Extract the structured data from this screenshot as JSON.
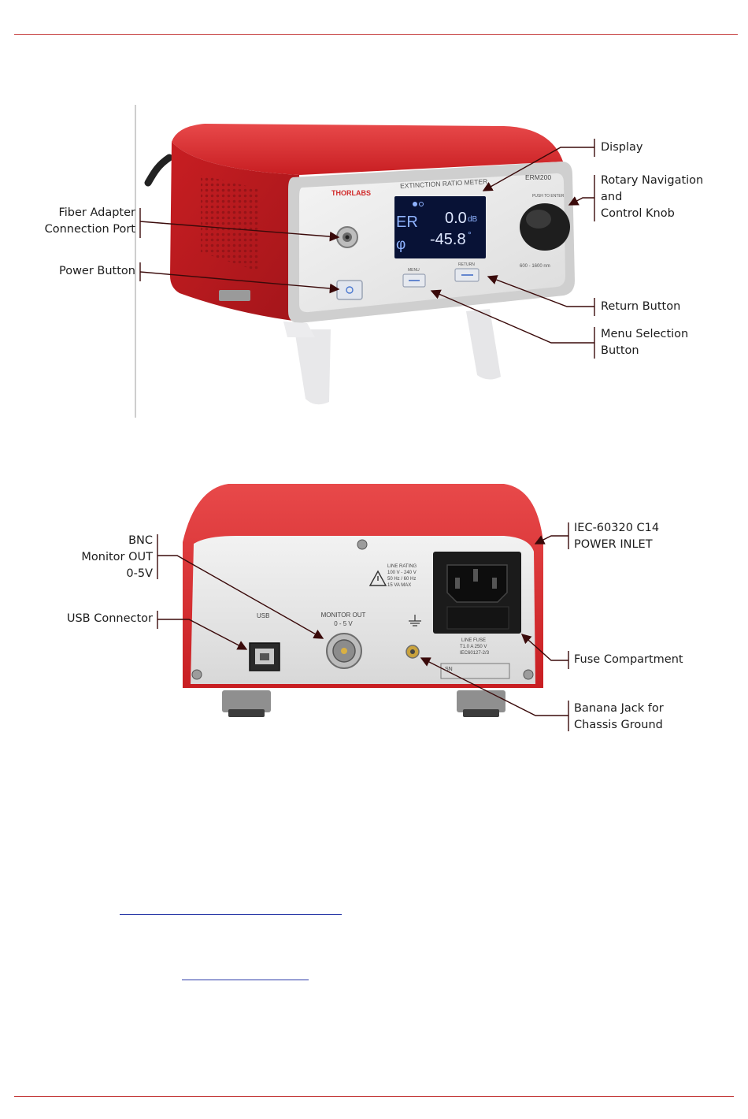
{
  "front": {
    "brand": "THORLABS",
    "panel_title": "EXTINCTION RATIO METER",
    "model": "ERM200",
    "knob_caption": "PUSH TO ENTER",
    "range_caption": "600 - 1600 nm",
    "display": {
      "row1_symbol": "ER",
      "row1_value": "0.0",
      "row1_unit": "dB",
      "row2_symbol": "φ",
      "row2_value": "-45.8",
      "row2_unit": "°"
    },
    "menu_caption": "MENU",
    "return_caption": "RETURN",
    "callouts": {
      "display": "Display",
      "rotary": "Rotary Navigation\nand\nControl Knob",
      "fiber": "Fiber Adapter\nConnection Port",
      "power": "Power Button",
      "return": "Return Button",
      "menu": "Menu Selection\nButton"
    }
  },
  "rear": {
    "usb_caption": "USB",
    "monitor_caption": "MONITOR OUT\n0 - 5 V",
    "line_rating_title": "LINE RATING",
    "line_rating_1": "100 V - 240 V",
    "line_rating_2": "50 Hz / 60 Hz",
    "line_rating_3": "15 VA MAX",
    "fuse_title": "LINE FUSE",
    "fuse_1": "T1.0 A 250 V",
    "fuse_2": "IEC60127-2/3",
    "sn_caption": "SN",
    "callouts": {
      "bnc": "BNC\nMonitor OUT\n0-5V",
      "usb": "USB Connector",
      "inlet": "IEC-60320 C14\nPOWER INLET",
      "fuse": "Fuse Compartment",
      "banana": "Banana Jack for\nChassis Ground"
    }
  },
  "colors": {
    "rule": "#c43a3a",
    "chassis_red": "#d8282a",
    "leader": "#7a1414",
    "link": "#2b3aa8"
  }
}
